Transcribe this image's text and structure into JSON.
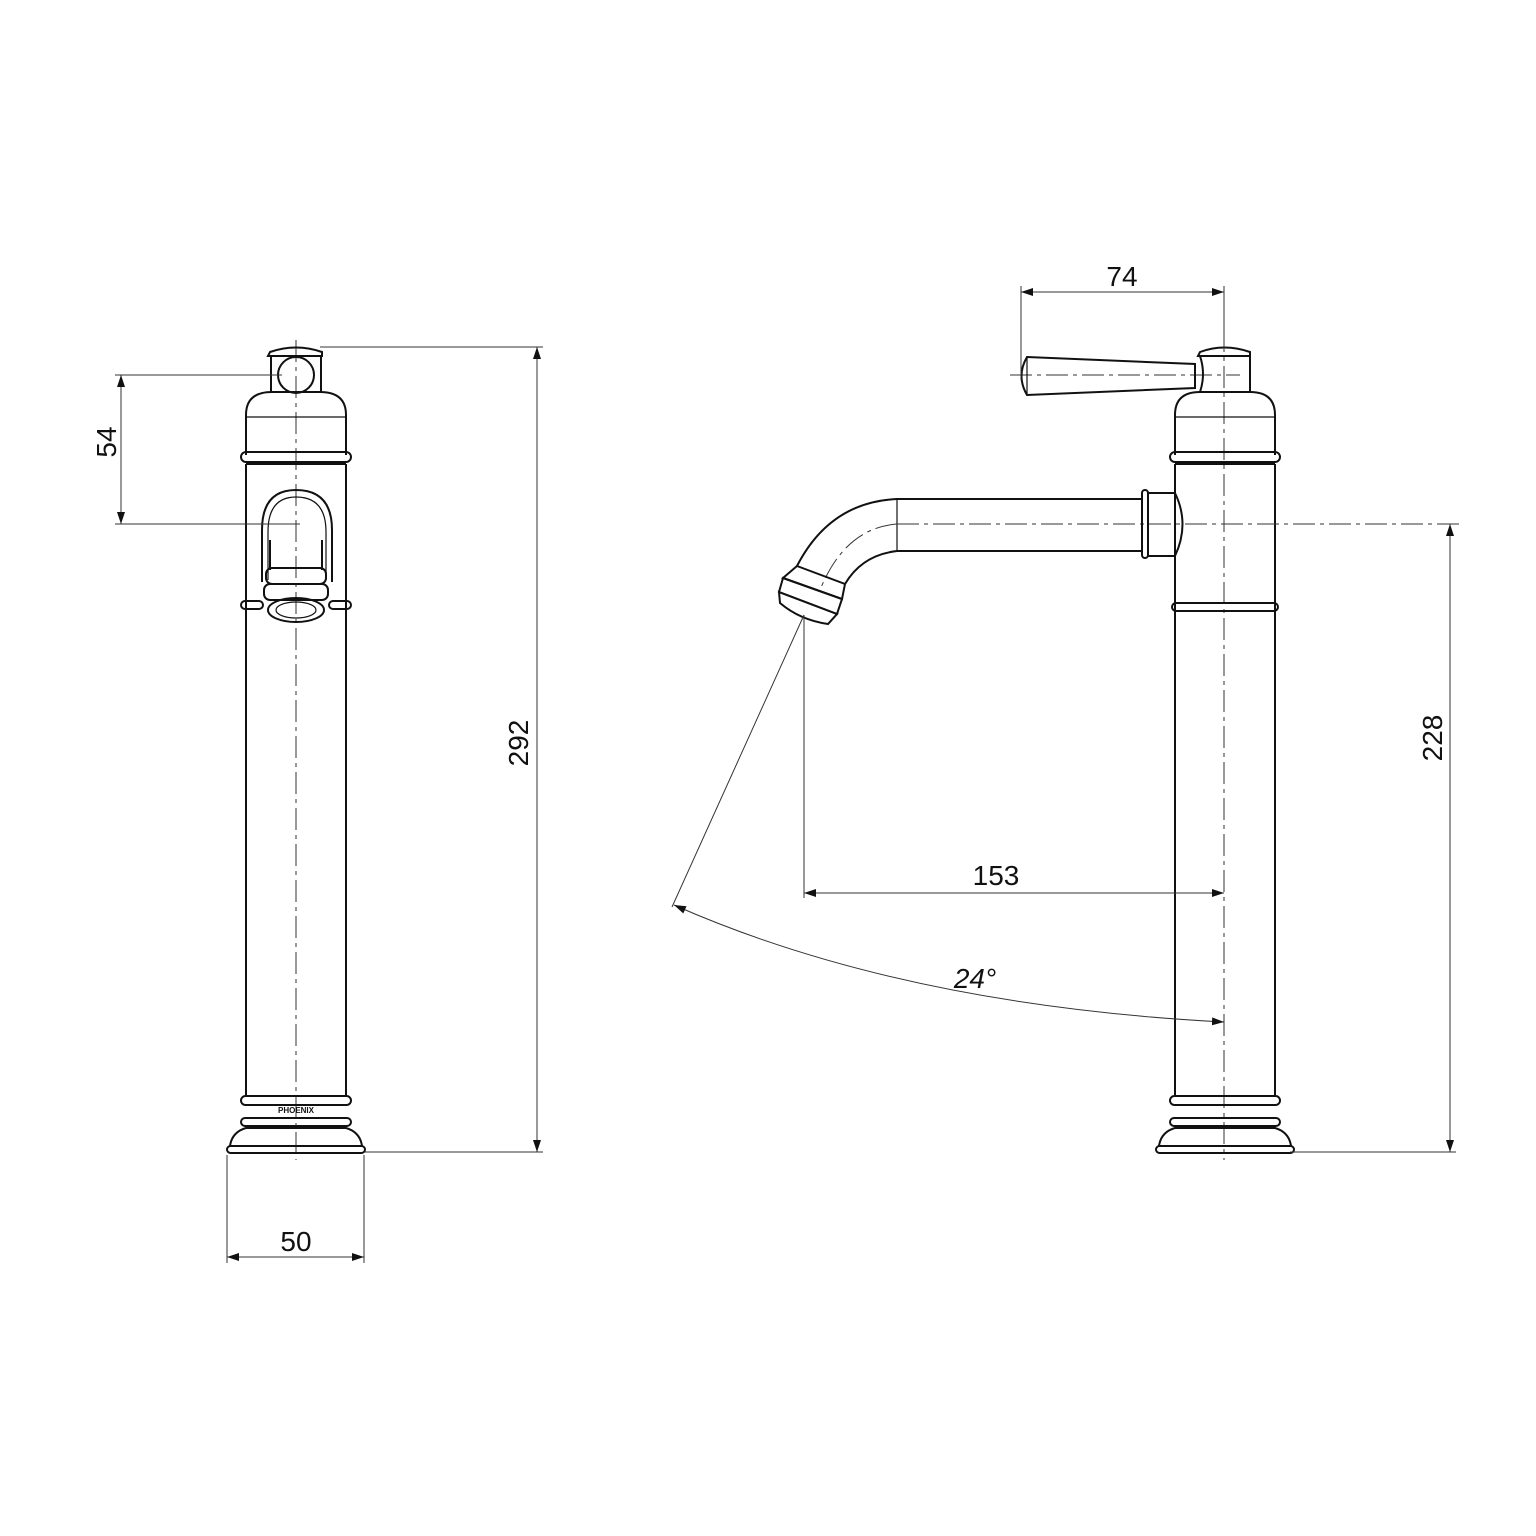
{
  "drawing": {
    "front_view": {
      "dimensions": {
        "handle_to_spout": "54",
        "overall_height": "292",
        "base_diameter": "50"
      },
      "brand_mark": "PHOENIX"
    },
    "side_view": {
      "dimensions": {
        "lever_reach": "74",
        "spout_height": "228",
        "spout_reach": "153",
        "spout_angle": "24°"
      }
    },
    "line_color": "#111111"
  }
}
